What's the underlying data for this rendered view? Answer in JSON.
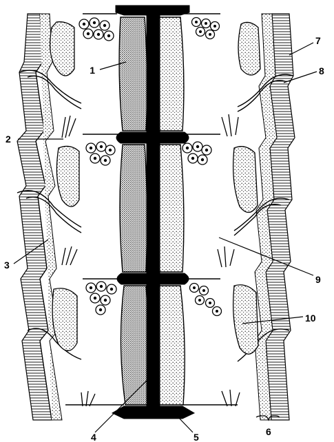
{
  "figure": {
    "labels": [
      "1",
      "2",
      "3",
      "4",
      "5",
      "6",
      "7",
      "8",
      "9",
      "10"
    ]
  },
  "colors": {
    "ink": "#000000",
    "paper": "#ffffff",
    "stipple": "#444444"
  }
}
